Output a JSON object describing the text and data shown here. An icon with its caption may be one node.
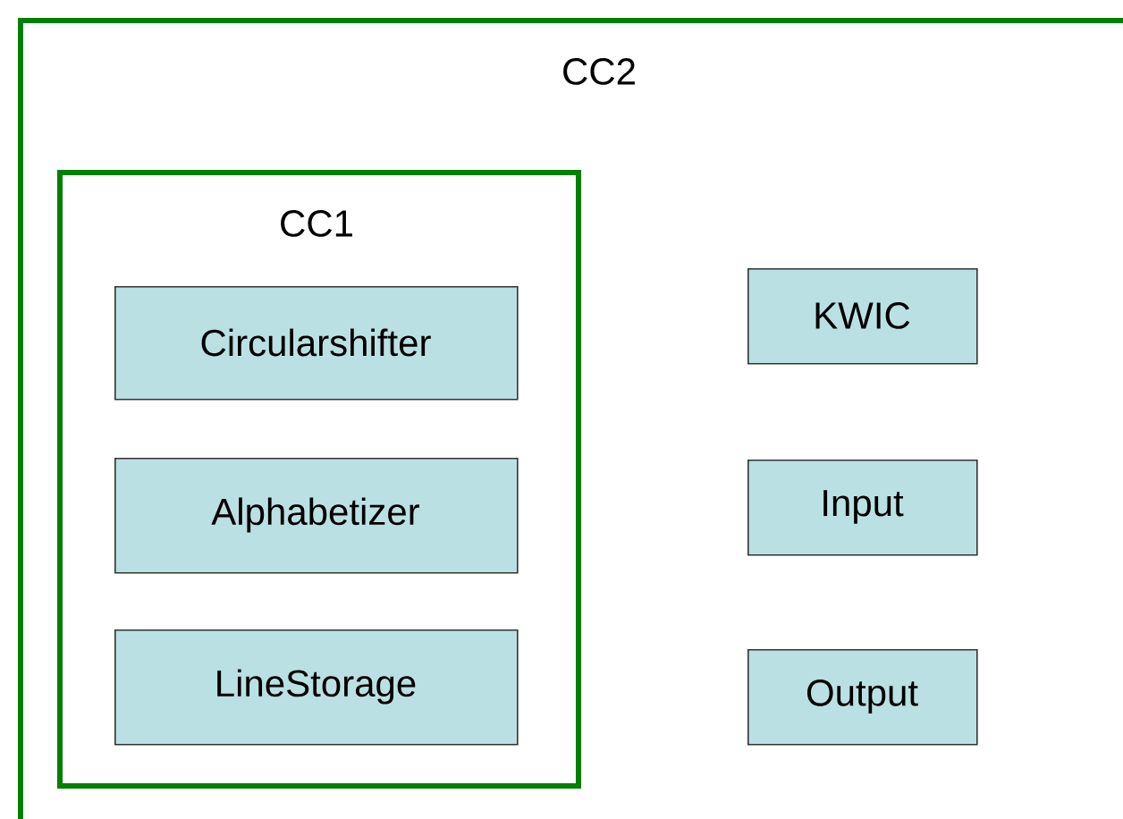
{
  "diagram": {
    "nodes": [
      {
        "text": [
          "CC2"
        ]
      },
      {
        "text": [
          "CC1"
        ],
        "in": 0
      },
      {
        "text": [
          "Circularshifter"
        ],
        "in": 1
      },
      {
        "text": [
          "Alphabetizer"
        ],
        "in": 1
      },
      {
        "text": [
          "LineStorage"
        ],
        "in": 1
      },
      {
        "text": [
          "KWIC"
        ],
        "in": 0
      },
      {
        "text": [
          "Input"
        ],
        "in": 0
      },
      {
        "text": [
          "Output"
        ],
        "in": 0
      }
    ]
  }
}
